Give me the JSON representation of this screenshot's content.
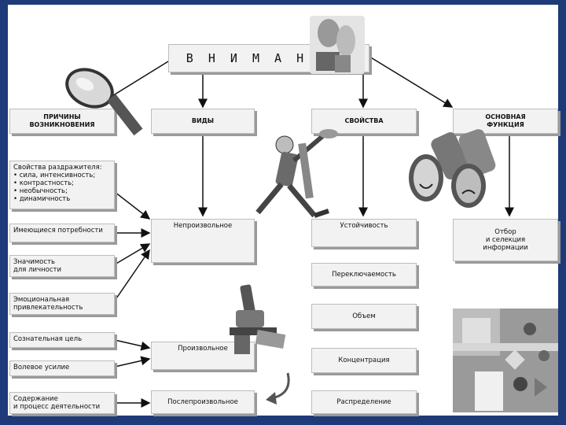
{
  "title": "В Н И М А Н И Е",
  "headers": {
    "causes": "ПРИЧИНЫ\nВОЗНИКНОВЕНИЯ",
    "types": "ВИДЫ",
    "properties": "СВОЙСТВА",
    "function": "ОСНОВНАЯ\nФУНКЦИЯ"
  },
  "causes": {
    "stimulus": "Свойства раздражителя:\n• сила, интенсивность;\n• контрастность;\n• необычность;\n• динамичность",
    "needs": "Имеющиеся потребности",
    "significance": "Значимость\nдля личности",
    "emotional": "Эмоциональная\nпривлекательность",
    "conscious_goal": "Сознательная цель",
    "volitional": "Волевое усилие",
    "content": "Содержание\nи процесс деятельности"
  },
  "types": {
    "involuntary": "Непроизвольное",
    "voluntary": "Произвольное",
    "post_voluntary": "Послепроизвольное"
  },
  "properties": {
    "stability": "Устойчивость",
    "switching": "Переключаемость",
    "volume": "Объем",
    "concentration": "Концентрация",
    "distribution": "Распределение"
  },
  "function_text": "Отбор\nи селекция\nинформации"
}
